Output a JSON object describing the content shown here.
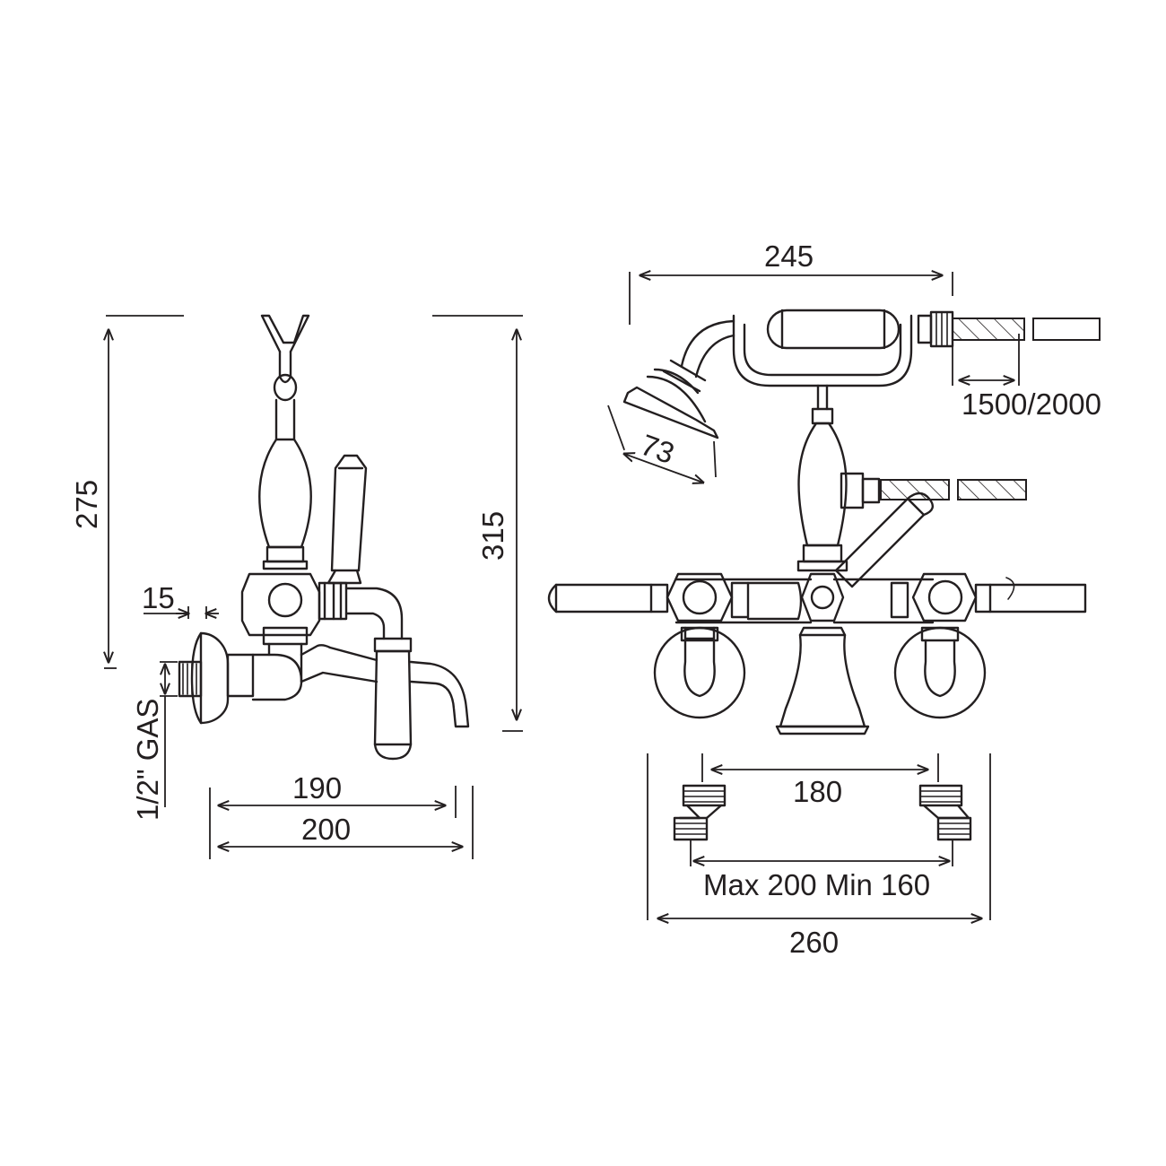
{
  "labels": {
    "height_275": "275",
    "height_315": "315",
    "offset_15": "15",
    "thread_gas": "1/2\" GAS",
    "width_190": "190",
    "width_200": "200",
    "width_245": "245",
    "hose_length": "1500/2000",
    "handshower_73": "73",
    "centers_180": "180",
    "adjust_range": "Max 200 Min 160",
    "width_260": "260"
  },
  "colors": {
    "line": "#231f20",
    "background": "#ffffff"
  }
}
